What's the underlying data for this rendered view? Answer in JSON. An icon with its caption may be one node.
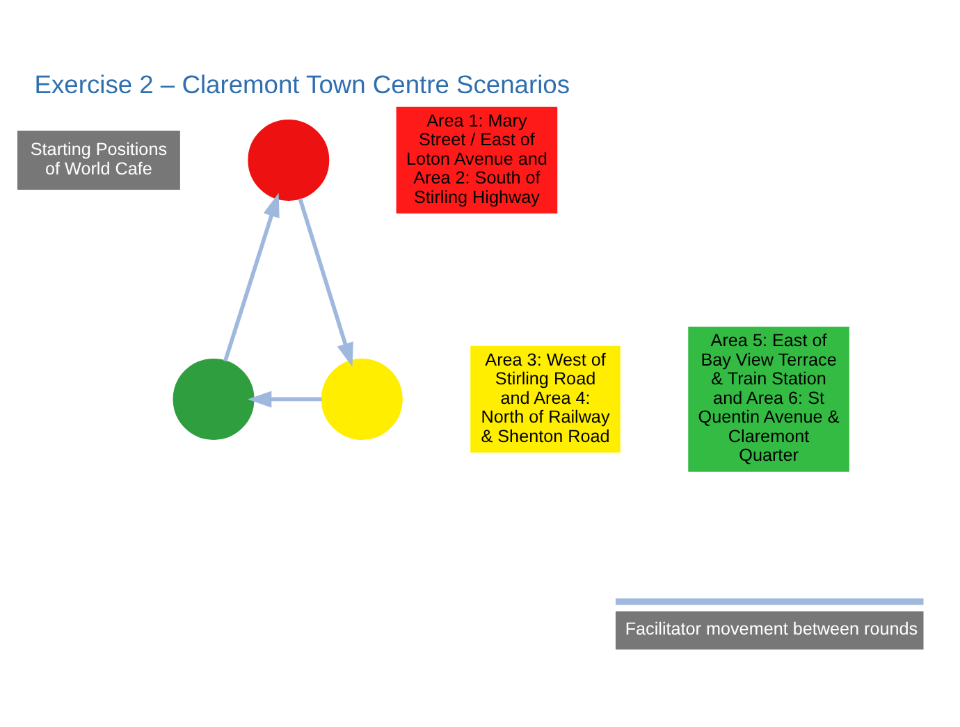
{
  "diagram": {
    "title": "Exercise 2 – Claremont Town Centre Scenarios",
    "nodes": [
      {
        "text": [
          "Area 1: Mary Street / East of Loton Avenue and Area 2: South of Stirling Highway"
        ]
      },
      {
        "text": [],
        "shape": "circle"
      },
      {
        "text": [],
        "shape": "circle"
      },
      {
        "text": [
          "Area 3: West of Stirling Road and Area 4: North of Railway & Shenton Road"
        ]
      },
      {
        "text": [],
        "shape": "circle"
      },
      {
        "text": [
          "Area 5: East of Bay View Terrace & Train Station and Area 6: St Quentin Avenue & Claremont Quarter"
        ]
      }
    ],
    "edges": [
      {
        "from": 4,
        "to": 1,
        "arrow": "to"
      },
      {
        "from": 1,
        "to": 2,
        "arrow": "to"
      },
      {
        "from": 2,
        "to": 4,
        "arrow": "to"
      }
    ],
    "labels": [
      "Starting Positions of World Cafe"
    ],
    "legend": [
      {
        "text": "Facilitator movement between rounds"
      }
    ]
  }
}
